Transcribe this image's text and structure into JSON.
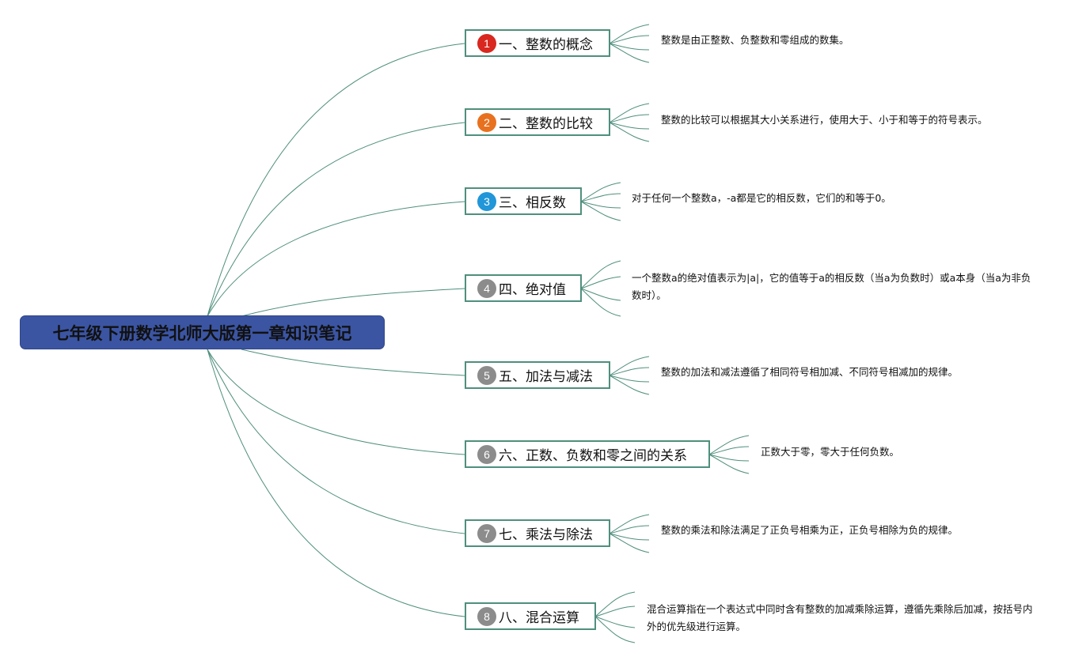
{
  "root": {
    "title": "七年级下册数学北师大版第一章知识笔记"
  },
  "branches": [
    {
      "badge": "1",
      "badge_color": "#d8281f",
      "label": "一、整数的概念",
      "note": "整数是由正整数、负整数和零组成的数集。"
    },
    {
      "badge": "2",
      "badge_color": "#e8711f",
      "label": "二、整数的比较",
      "note": "整数的比较可以根据其大小关系进行，使用大于、小于和等于的符号表示。"
    },
    {
      "badge": "3",
      "badge_color": "#2196d8",
      "label": "三、相反数",
      "note": "对于任何一个整数a，-a都是它的相反数，它们的和等于0。"
    },
    {
      "badge": "4",
      "badge_color": "#8c8c8c",
      "label": "四、绝对值",
      "note": "一个整数a的绝对值表示为|a|，它的值等于a的相反数（当a为负数时）或a本身（当a为非负数时）。"
    },
    {
      "badge": "5",
      "badge_color": "#8c8c8c",
      "label": "五、加法与减法",
      "note": "整数的加法和减法遵循了相同符号相加减、不同符号相减加的规律。"
    },
    {
      "badge": "6",
      "badge_color": "#8c8c8c",
      "label": "六、正数、负数和零之间的关系",
      "note": "正数大于零，零大于任何负数。"
    },
    {
      "badge": "7",
      "badge_color": "#8c8c8c",
      "label": "七、乘法与除法",
      "note": "整数的乘法和除法满足了正负号相乘为正，正负号相除为负的规律。"
    },
    {
      "badge": "8",
      "badge_color": "#8c8c8c",
      "label": "八、混合运算",
      "note": "混合运算指在一个表达式中同时含有整数的加减乘除运算，遵循先乘除后加减，按括号内外的优先级进行运算。"
    }
  ],
  "colors": {
    "connector": "#4f8f7d",
    "root_fill": "#3b55a3"
  }
}
